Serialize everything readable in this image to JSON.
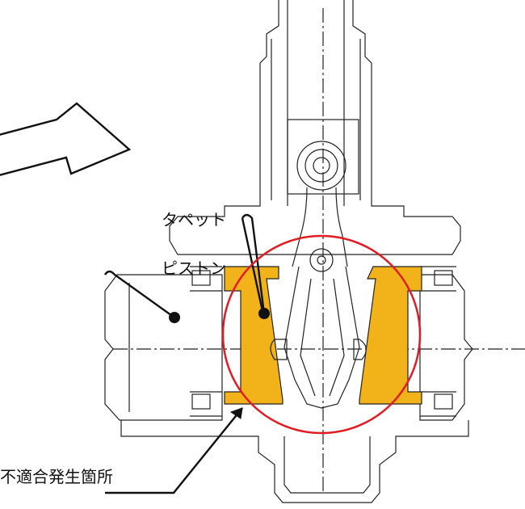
{
  "labels": {
    "tappet": "タペット",
    "piston": "ピストン",
    "failure_location": "不適合発生箇所"
  },
  "colors": {
    "line": "#222222",
    "highlight": "#f2b21a",
    "circle": "#e11c24",
    "background": "#ffffff"
  }
}
